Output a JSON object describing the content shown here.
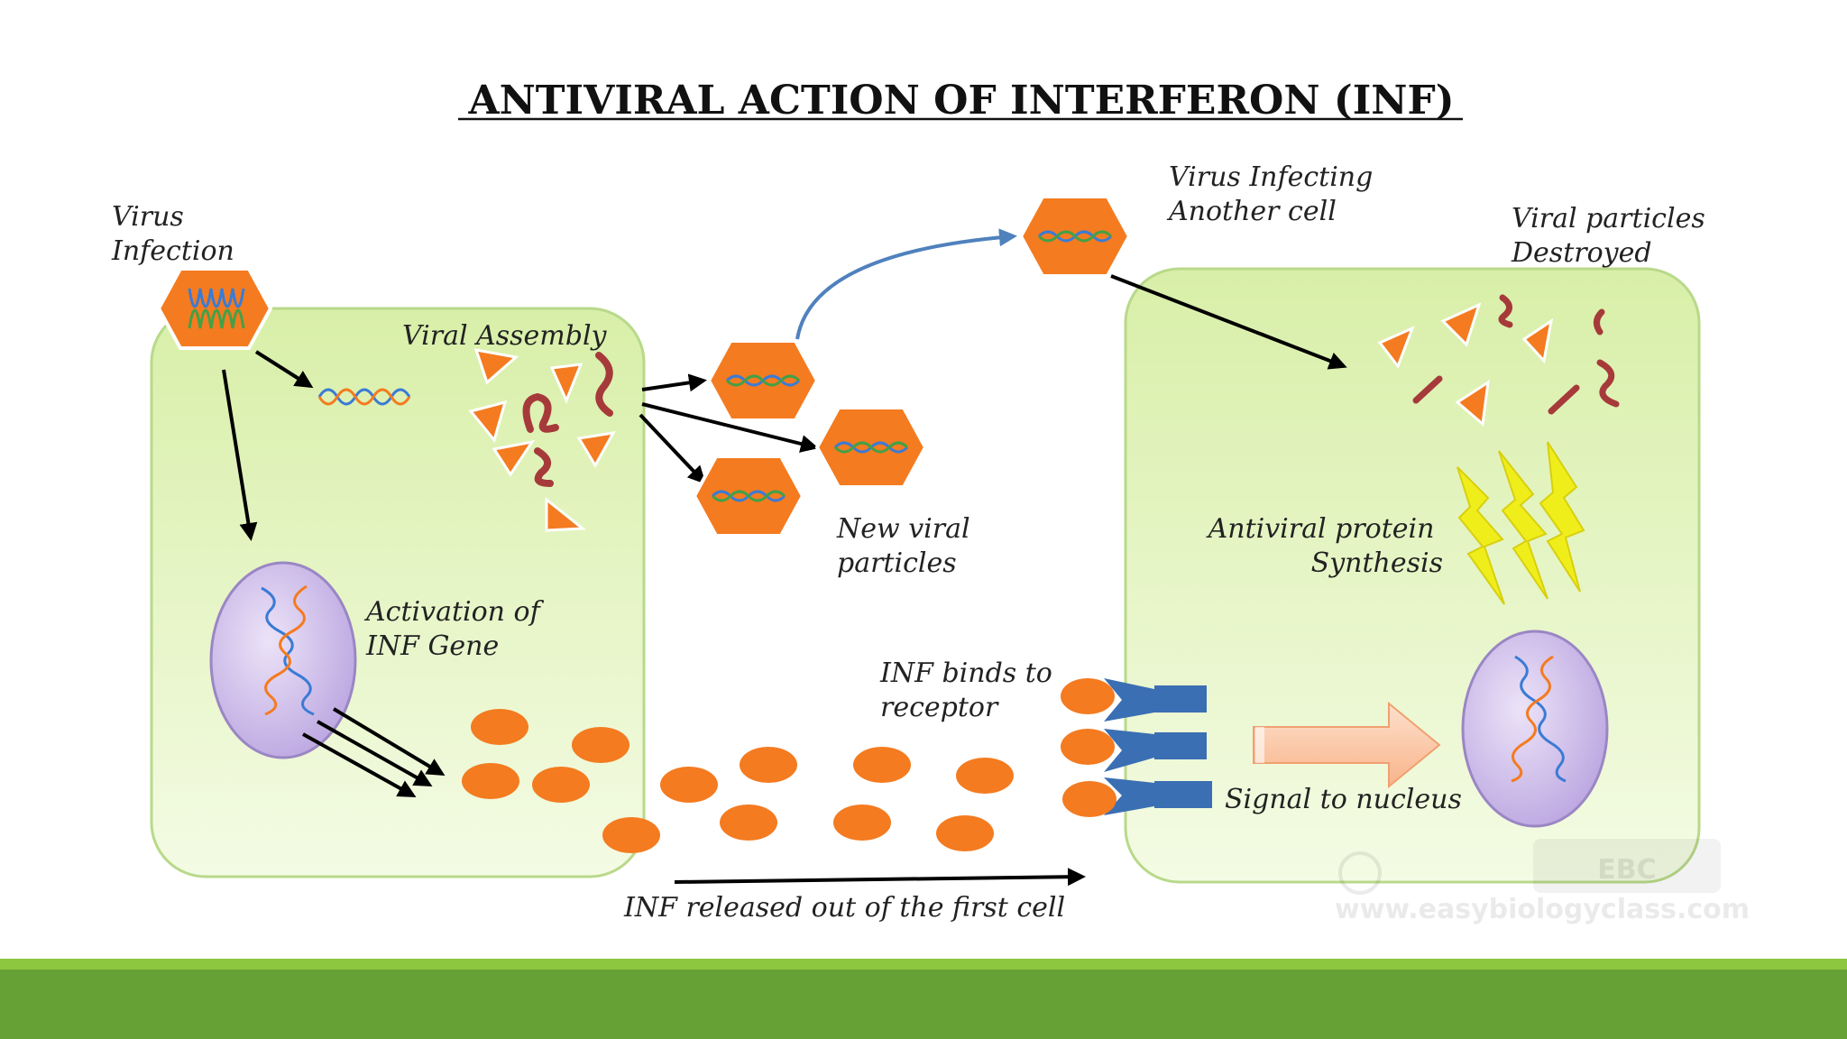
{
  "title": "ANTIVIRAL ACTION OF INTERFERON (INF)",
  "labels": {
    "virus_infection": [
      "Virus",
      "Infection"
    ],
    "viral_assembly": "Viral Assembly",
    "activation": [
      "Activation of",
      "INF Gene"
    ],
    "new_viral": [
      "New viral",
      "particles"
    ],
    "virus_infecting": [
      "Virus  Infecting",
      "Another cell"
    ],
    "destroyed": [
      "Viral particles",
      "Destroyed"
    ],
    "antiviral": [
      "Antiviral protein",
      "Synthesis"
    ],
    "inf_binds": [
      "INF binds to",
      "receptor"
    ],
    "signal": "Signal to nucleus",
    "released": "INF released out of the first cell"
  },
  "watermark": {
    "logo": "EBC",
    "url": "www.easybiologyclass.com"
  },
  "colors": {
    "cell_fill": "#eaf6c8",
    "cell_border": "#b8d98a",
    "virus": "#f47b20",
    "nucleus": "#c7b4e6",
    "receptor": "#3b6fb3",
    "protein": "#f0ee1a",
    "signal_arrow": "#fbc9a6",
    "curved_arrow": "#4f81bd",
    "bar_light": "#8dc63f",
    "bar_dark": "#66a135"
  }
}
